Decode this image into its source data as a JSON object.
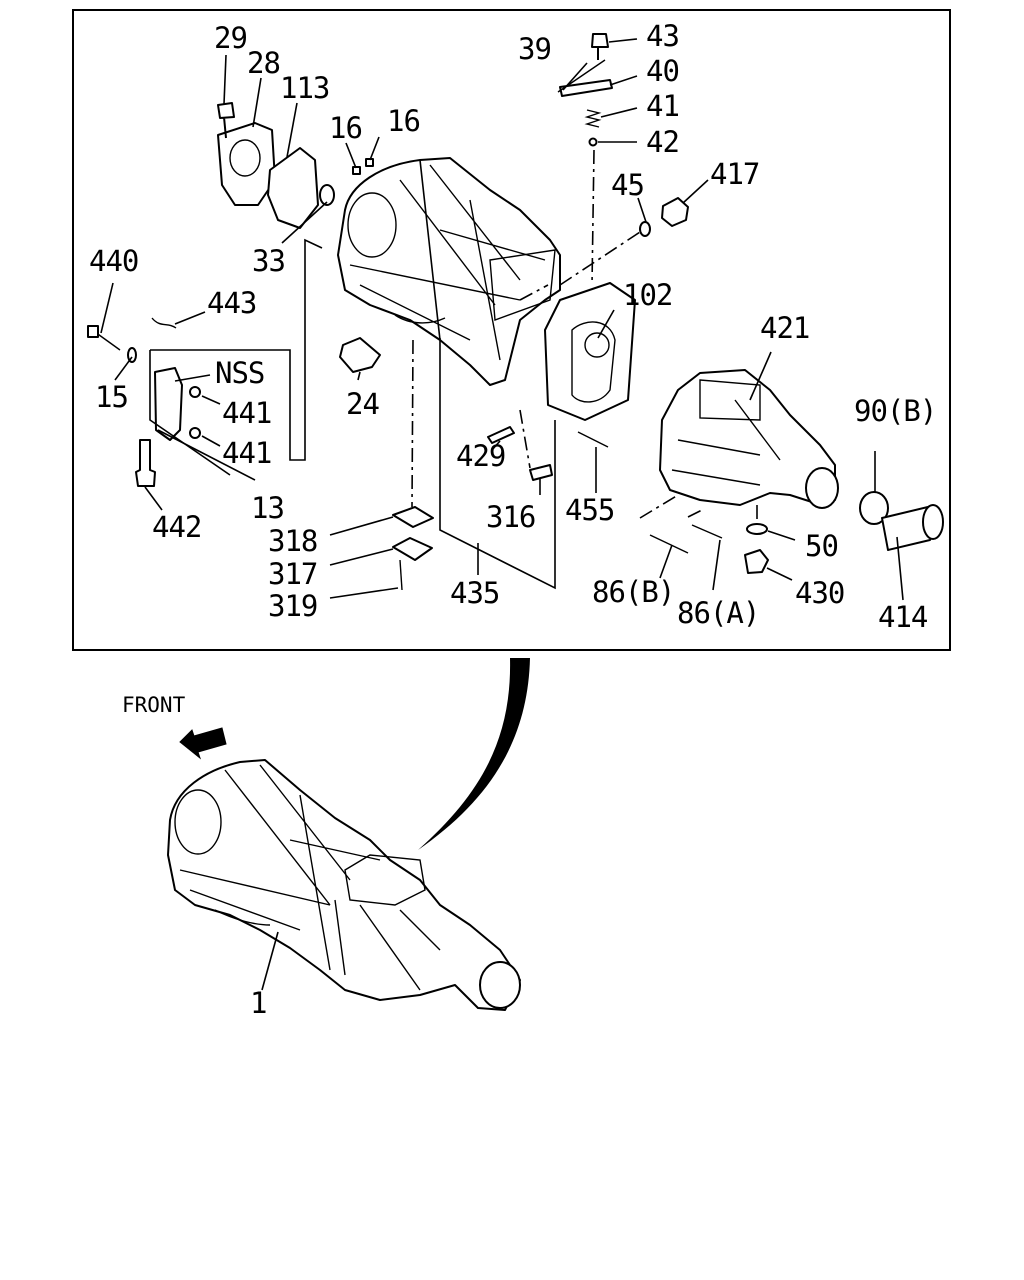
{
  "diagram": {
    "front_label": "FRONT",
    "labels": [
      {
        "id": "29",
        "text": "29"
      },
      {
        "id": "28",
        "text": "28"
      },
      {
        "id": "113",
        "text": "113"
      },
      {
        "id": "16a",
        "text": "16"
      },
      {
        "id": "16b",
        "text": "16"
      },
      {
        "id": "39",
        "text": "39"
      },
      {
        "id": "43",
        "text": "43"
      },
      {
        "id": "40",
        "text": "40"
      },
      {
        "id": "41",
        "text": "41"
      },
      {
        "id": "42",
        "text": "42"
      },
      {
        "id": "45",
        "text": "45"
      },
      {
        "id": "417",
        "text": "417"
      },
      {
        "id": "33",
        "text": "33"
      },
      {
        "id": "440",
        "text": "440"
      },
      {
        "id": "443",
        "text": "443"
      },
      {
        "id": "102",
        "text": "102"
      },
      {
        "id": "421",
        "text": "421"
      },
      {
        "id": "nss",
        "text": "NSS"
      },
      {
        "id": "15",
        "text": "15"
      },
      {
        "id": "441a",
        "text": "441"
      },
      {
        "id": "441b",
        "text": "441"
      },
      {
        "id": "24",
        "text": "24"
      },
      {
        "id": "90b",
        "text": "90(B)"
      },
      {
        "id": "429",
        "text": "429"
      },
      {
        "id": "13",
        "text": "13"
      },
      {
        "id": "442",
        "text": "442"
      },
      {
        "id": "316",
        "text": "316"
      },
      {
        "id": "455",
        "text": "455"
      },
      {
        "id": "318",
        "text": "318"
      },
      {
        "id": "50",
        "text": "50"
      },
      {
        "id": "317",
        "text": "317"
      },
      {
        "id": "435",
        "text": "435"
      },
      {
        "id": "86b",
        "text": "86(B)"
      },
      {
        "id": "430",
        "text": "430"
      },
      {
        "id": "319",
        "text": "319"
      },
      {
        "id": "86a",
        "text": "86(A)"
      },
      {
        "id": "414",
        "text": "414"
      },
      {
        "id": "1",
        "text": "1"
      }
    ]
  }
}
